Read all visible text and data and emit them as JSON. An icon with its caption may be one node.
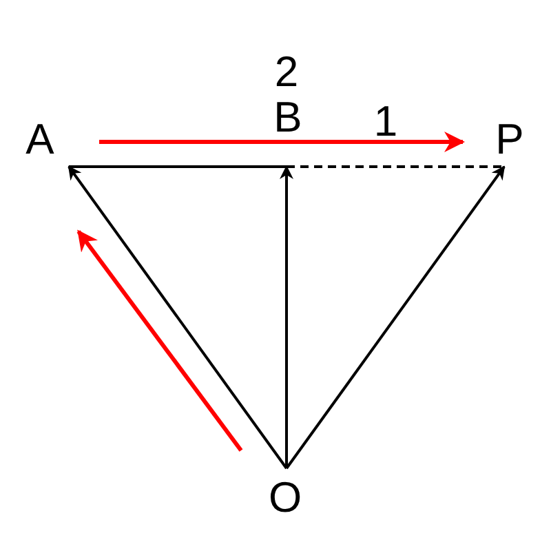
{
  "diagram": {
    "nodes": [
      {
        "text": [
          "A"
        ]
      },
      {
        "text": [
          "B"
        ]
      },
      {
        "text": [
          "P"
        ]
      },
      {
        "text": [
          "O"
        ]
      }
    ],
    "edges": [
      {
        "from": 3,
        "to": 0,
        "arrow": "to"
      },
      {
        "from": 3,
        "to": 1,
        "arrow": "to"
      },
      {
        "from": 3,
        "to": 2,
        "arrow": "to"
      },
      {
        "from": 0,
        "to": 1,
        "arrow": "none"
      },
      {
        "from": 1,
        "to": 2,
        "arrow": "none",
        "style": "dashed"
      }
    ],
    "labels": [
      "2",
      "1"
    ]
  }
}
